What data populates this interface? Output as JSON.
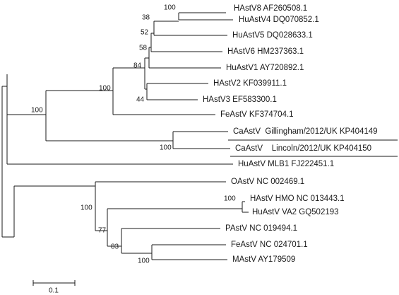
{
  "tree": {
    "taxa": [
      "HAstV8 AF260508.1",
      "HuAstV4 DQ070852.1",
      "HuAstV5 DQ028633.1",
      "HAstV6 HM237363.1",
      "HuAstV1 AY720892.1",
      "HAstV2 KF039911.1",
      "HAstV3 EF583300.1",
      "FeAstV KF374704.1",
      "CaAstV  Gillingham/2012/UK KP404149",
      "CaAstV    Lincoln/2012/UK KP404150",
      "HuAstV MLB1 FJ222451.1",
      "OAstV NC 002469.1",
      "HAstV HMO NC 013443.1",
      "HuAstV VA2 GQ502193",
      "PAstV NC 019494.1",
      "FeAstV NC 024701.1",
      "MAstV AY179509"
    ],
    "bootstrap": [
      "100",
      "38",
      "52",
      "58",
      "84",
      "100",
      "44",
      "100",
      "100",
      "100",
      "100",
      "77",
      "83",
      "100"
    ],
    "scale_label": "0.1"
  }
}
